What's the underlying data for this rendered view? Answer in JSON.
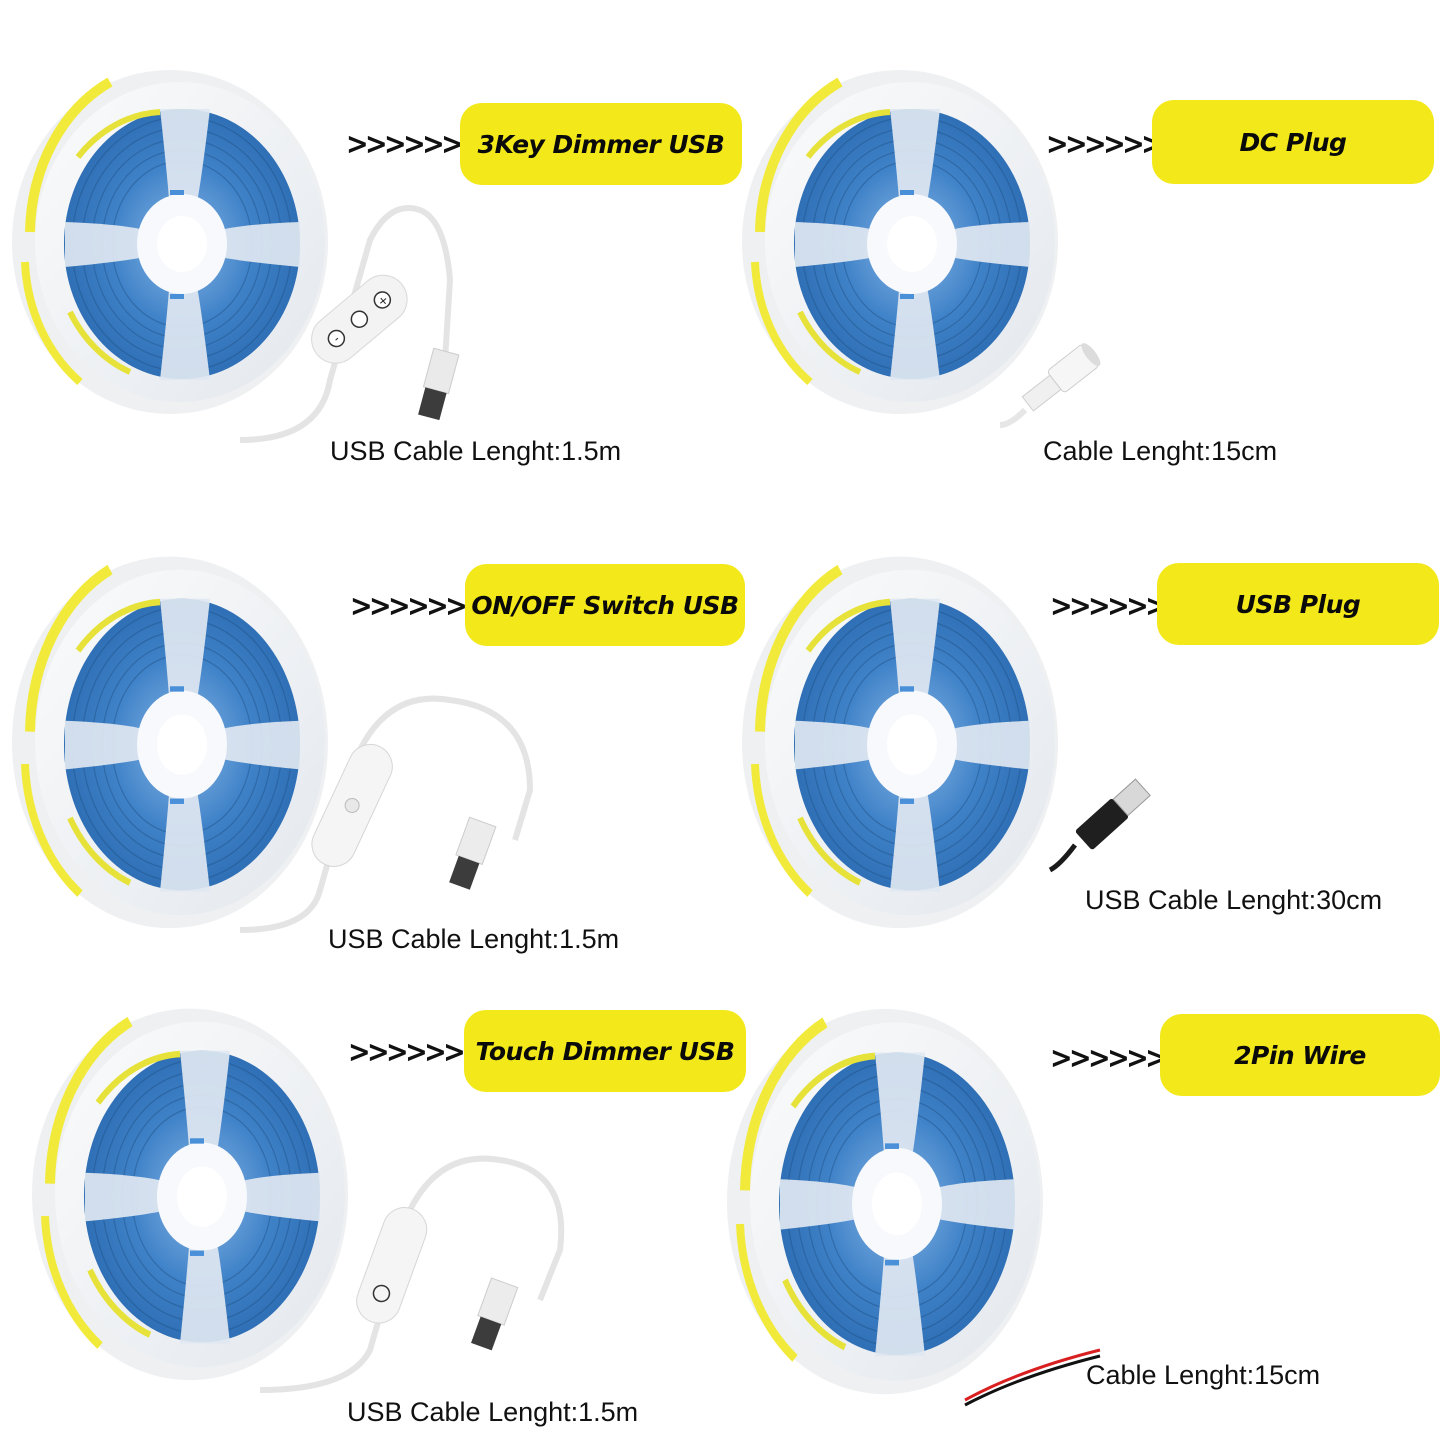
{
  "colors": {
    "badge_bg": "#f2e81a",
    "badge_text": "#0a0a0a",
    "reel_rim": "#f4f6f8",
    "strip_blue": "#3a7fc9",
    "strip_yellow": "#f2ea3a",
    "text": "#111111"
  },
  "arrow_glyph": ">>>>>>",
  "products": [
    {
      "id": "3key-dimmer-usb",
      "label": "3Key Dimmer USB",
      "caption": "USB Cable Lenght:1.5m",
      "accessory": "3-key-dimmer-controller-with-usb-plug",
      "controller_buttons": [
        "+",
        "power",
        "-"
      ]
    },
    {
      "id": "dc-plug",
      "label": "DC Plug",
      "caption": "Cable Lenght:15cm",
      "accessory": "dc-female-plug"
    },
    {
      "id": "on-off-switch-usb",
      "label": "ON/OFF Switch USB",
      "caption": "USB Cable Lenght:1.5m",
      "accessory": "inline-switch-with-usb-plug"
    },
    {
      "id": "usb-plug",
      "label": "USB Plug",
      "caption": "USB Cable Lenght:30cm",
      "accessory": "black-usb-plug"
    },
    {
      "id": "touch-dimmer-usb",
      "label": "Touch Dimmer USB",
      "caption": "USB Cable Lenght:1.5m",
      "accessory": "touch-dimmer-with-usb-plug"
    },
    {
      "id": "2pin-wire",
      "label": "2Pin Wire",
      "caption": "Cable Lenght:15cm",
      "accessory": "red-black-2pin-wire"
    }
  ]
}
